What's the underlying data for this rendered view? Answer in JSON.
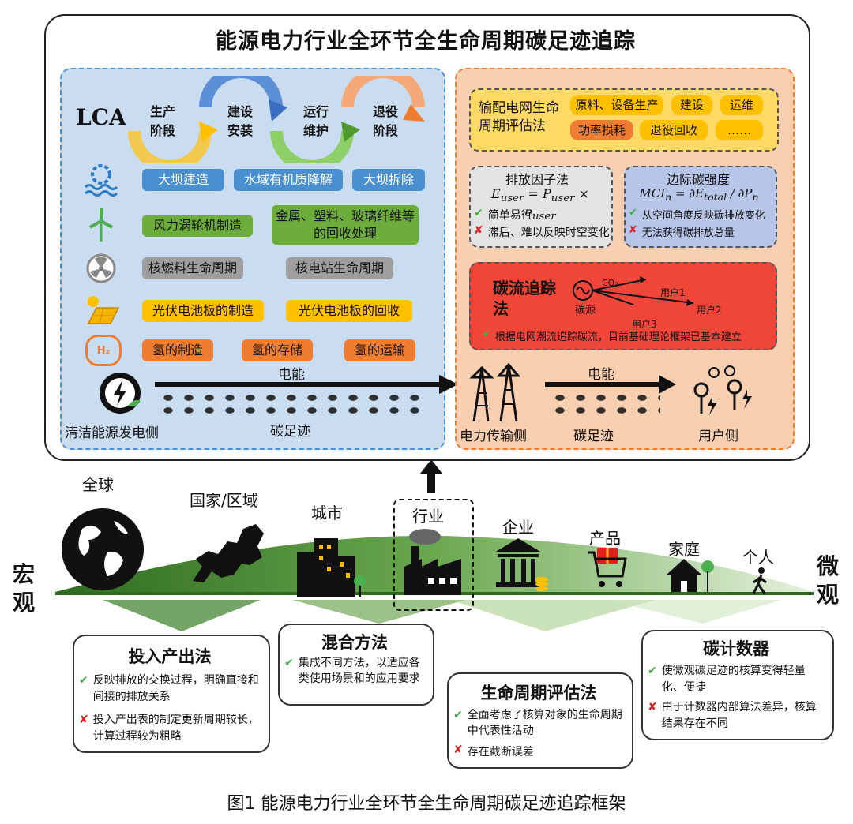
{
  "title": "能源电力行业全环节全生命周期碳足迹追踪",
  "caption": "图1 能源电力行业全环节全生命周期碳足迹追踪框架",
  "lca": {
    "label": "LCA",
    "stages": [
      "生产阶段",
      "建设安装",
      "运行维护",
      "退役阶段"
    ],
    "hydro": [
      "大坝建造",
      "水域有机质降解",
      "大坝拆除"
    ],
    "wind": [
      "风力涡轮机制造",
      "金属、塑料、玻璃纤维等的回收处理"
    ],
    "nuclear": [
      "核燃料生命周期",
      "核电站生命周期"
    ],
    "solar": [
      "光伏电池板的制造",
      "光伏电池板的回收"
    ],
    "hydrogen": [
      "氢的制造",
      "氢的存储",
      "氢的运输"
    ],
    "h2_symbol": "H₂",
    "source_label": "清洁能源发电侧",
    "energy_label": "电能",
    "footprint_label": "碳足迹"
  },
  "grid": {
    "lca_title": "输配电网生命周期评估法",
    "lca_tags": [
      "原料、设备生产",
      "建设",
      "运维",
      "功率损耗",
      "退役回收",
      "……"
    ],
    "emission": {
      "title": "排放因子法",
      "pro": "简单易行",
      "con": "滞后、难以反映时空变化"
    },
    "marginal": {
      "title": "边际碳强度",
      "pro": "从空间角度反映碳排放变化",
      "con": "无法获得碳排放总量"
    },
    "flow": {
      "title": "碳流追踪法",
      "source": "碳源",
      "co2": "CO₂",
      "users": [
        "用户1",
        "用户2",
        "用户3"
      ],
      "pro": "根据电网潮流追踪碳流，目前基础理论框架已基本建立"
    },
    "transmission_label": "电力传输侧",
    "energy_label": "电能",
    "footprint_label": "碳足迹",
    "user_label": "用户侧"
  },
  "scale": {
    "macro": "宏观",
    "micro": "微观",
    "levels": [
      "全球",
      "国家/区域",
      "城市",
      "行业",
      "企业",
      "产品",
      "家庭",
      "个人"
    ]
  },
  "methods": {
    "io": {
      "title": "投入产出法",
      "pro": "反映排放的交换过程，明确直接和间接的排放关系",
      "con": "投入产出表的制定更新周期较长，计算过程较为粗略"
    },
    "hybrid": {
      "title": "混合方法",
      "pro": "集成不同方法，以适应各类使用场景和的应用要求"
    },
    "lca": {
      "title": "生命周期评估法",
      "pro": "全面考虑了核算对象的生命周期中代表性活动",
      "con": "存在截断误差"
    },
    "calc": {
      "title": "碳计数器",
      "pro": "使微观碳足迹的核算变得轻量化、便捷",
      "con": "由于计数器内部算法差异，核算结果存在不同"
    }
  },
  "colors": {
    "blue_panel": "#c9dcf0",
    "orange_panel": "#f8cfb0",
    "red_box": "#f0463a",
    "green_ground": "#3a7d2a"
  }
}
